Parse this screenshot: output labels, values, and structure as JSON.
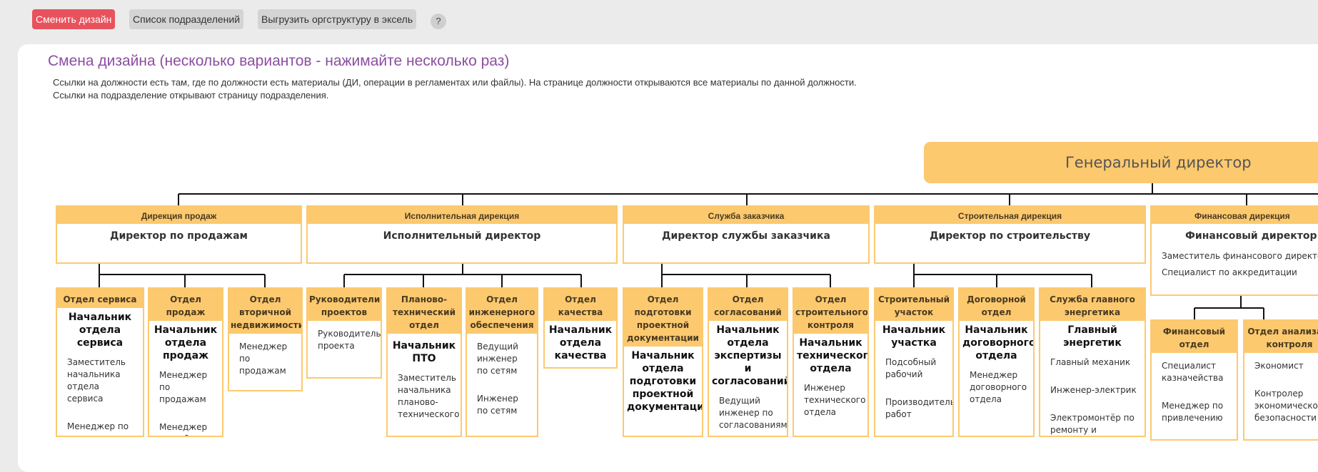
{
  "toolbar": {
    "change_design": "Сменить дизайн",
    "department_list": "Список подразделений",
    "export_excel": "Выгрузить оргструктуру в эксель",
    "help": "?"
  },
  "page": {
    "title": "Смена дизайна (несколько вариантов - нажимайте несколько раз)",
    "desc_line1": "Ссылки на должности есть там, где по должности есть материалы (ДИ, операции в регламентах или файлы). На странице должности открываются все материалы по данной должности.",
    "desc_line2": "Ссылки на подразделение открывают страницу подразделения."
  },
  "orgchart": {
    "general_director": "Генеральный директор",
    "directorates": [
      {
        "title": "Дирекция продаж",
        "head": "Директор по продажам",
        "members": [],
        "departments": [
          {
            "title": "Отдел сервиса",
            "head": "Начальник отдела сервиса",
            "members": [
              "Заместитель начальника отдела сервиса",
              "Менеджер по"
            ]
          },
          {
            "title": "Отдел продаж",
            "head": "Начальник отдела продаж",
            "members": [
              "Менеджер по продажам",
              "Менеджер по работе с"
            ]
          },
          {
            "title": "Отдел вторичной недвижимости",
            "head": "",
            "members": [
              "Менеджер по продажам"
            ]
          }
        ]
      },
      {
        "title": "Исполнительная дирекция",
        "head": "Исполнительный директор",
        "members": [],
        "departments": [
          {
            "title": "Руководители проектов",
            "head": "",
            "members": [
              "Руководитель проекта"
            ]
          },
          {
            "title": "Планово-технический отдел",
            "head": "Начальник ПТО",
            "members": [
              "Заместитель начальника планово-технического"
            ]
          },
          {
            "title": "Отдел инженерного обеспечения",
            "head": "",
            "members": [
              "Ведущий инженер по сетям",
              "Инженер по сетям"
            ]
          },
          {
            "title": "Отдел качества",
            "head": "Начальник отдела качества",
            "members": []
          }
        ]
      },
      {
        "title": "Служба заказчика",
        "head": "Директор службы заказчика",
        "members": [],
        "departments": [
          {
            "title": "Отдел подготовки проектной документации",
            "head": "Начальник отдела подготовки проектной документации",
            "members": []
          },
          {
            "title": "Отдел согласований",
            "head": "Начальник отдела экспертизы и согласований",
            "members": [
              "Ведущий инженер по согласованиям"
            ]
          },
          {
            "title": "Отдел строительного контроля",
            "head": "Начальник технического отдела",
            "members": [
              "Инженер технического отдела"
            ]
          }
        ]
      },
      {
        "title": "Строительная дирекция",
        "head": "Директор по строительству",
        "members": [],
        "departments": [
          {
            "title": "Строительный участок",
            "head": "Начальник участка",
            "members": [
              "Подсобный рабочий",
              "Производитель работ"
            ]
          },
          {
            "title": "Договорной отдел",
            "head": "Начальник договорного отдела",
            "members": [
              "Менеджер договорного отдела"
            ]
          },
          {
            "title": "Служба главного энергетика",
            "head": "Главный энергетик",
            "members": [
              "Главный механик",
              "Инженер-электрик",
              "Электромонтёр по ремонту и"
            ]
          }
        ]
      },
      {
        "title": "Финансовая дирекция",
        "head": "Финансовый директор",
        "members": [
          "Заместитель финансового директора",
          "Специалист по аккредитации"
        ],
        "departments": [
          {
            "title": "Финансовый отдел",
            "head": "",
            "members": [
              "Специалист казначейства",
              "Менеджер по привлечению"
            ]
          },
          {
            "title": "Отдел анализа и контроля",
            "head": "",
            "members": [
              "Экономист",
              "Контролер экономической безопасности"
            ]
          }
        ]
      }
    ]
  }
}
